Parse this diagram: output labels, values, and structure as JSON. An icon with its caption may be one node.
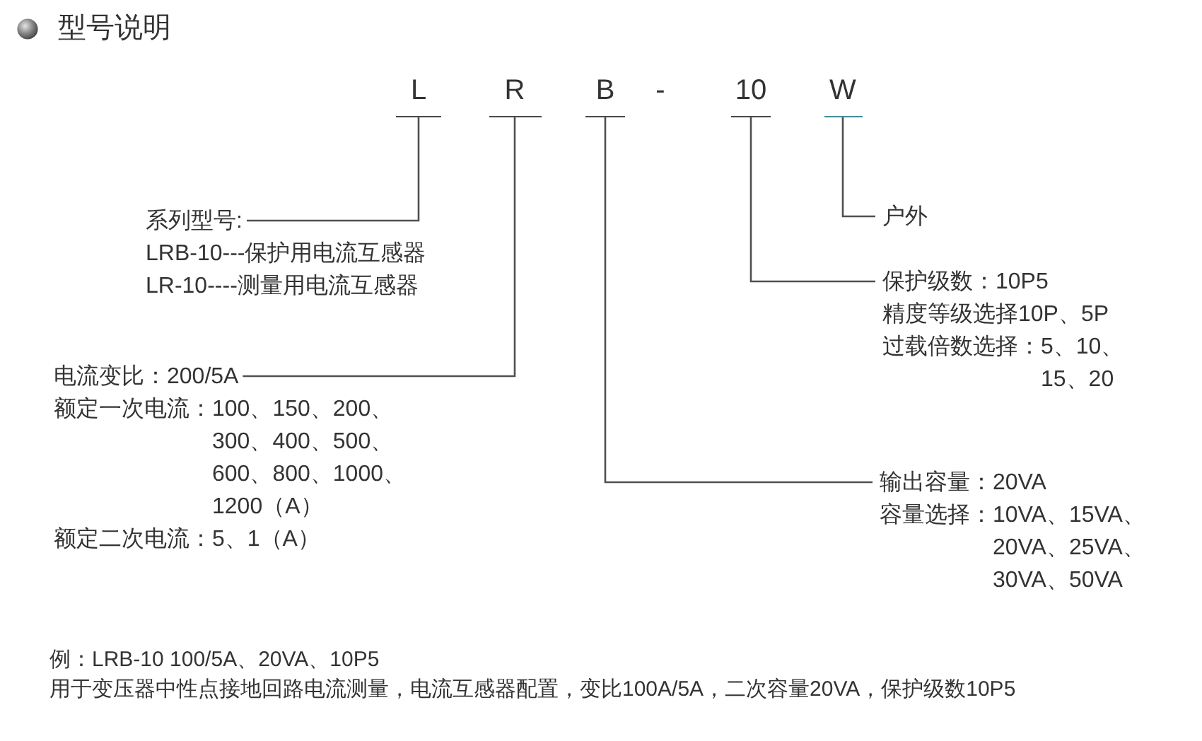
{
  "diagram": {
    "title": "型号说明",
    "nodes": [
      {
        "text": [
          "L"
        ]
      },
      {
        "text": [
          "R"
        ]
      },
      {
        "text": [
          "B"
        ]
      },
      {
        "text": [
          "10"
        ]
      },
      {
        "text": [
          "W"
        ]
      },
      {
        "text": [
          "系列型号:"
        ],
        "beside": [
          "LRB-10---保护用电流互感器",
          "LR-10----测量用电流互感器"
        ]
      },
      {
        "text": [
          "户外"
        ]
      },
      {
        "text": [
          "保护级数：10P5"
        ],
        "beside": [
          "精度等级选择10P、5P",
          "过载倍数选择：5、10、15、20"
        ]
      },
      {
        "text": [
          "电流变比：200/5A"
        ],
        "beside": [
          "额定一次电流：100、150、200、300、400、500、600、800、1000、1200（A）",
          "额定二次电流：5、1（A）"
        ]
      },
      {
        "text": [
          "输出容量：20VA"
        ],
        "beside": [
          "容量选择：10VA、15VA、20VA、25VA、30VA、50VA"
        ]
      }
    ],
    "edges": [
      {
        "from": 0,
        "to": 5,
        "arrow": "none"
      },
      {
        "from": 1,
        "to": 8,
        "arrow": "none"
      },
      {
        "from": 2,
        "to": 9,
        "arrow": "none"
      },
      {
        "from": 3,
        "to": 7,
        "arrow": "none"
      },
      {
        "from": 4,
        "to": 6,
        "arrow": "none"
      }
    ],
    "labels": [
      "-",
      "例：LRB-10 100/5A、20VA、10P5",
      "用于变压器中性点接地回路电流测量，电流互感器配置，变比100A/5A，二次容量20VA，保护级数10P5"
    ]
  }
}
